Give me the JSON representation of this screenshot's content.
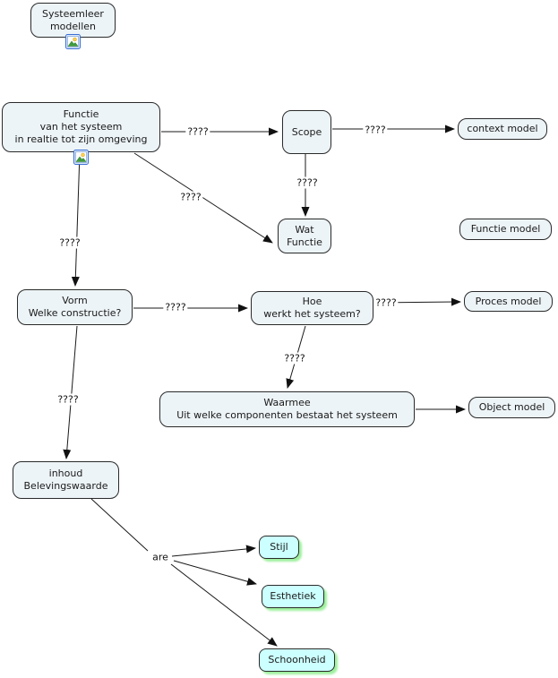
{
  "diagram": {
    "kind": "concept-map",
    "background_color": "#ffffff",
    "node_fill": "#edf4f7",
    "node_border": "#2a2a2a",
    "leaf_fill": "#ccffff",
    "leaf_shadow": "#9ef09e",
    "line_color": "#1a1a1a"
  },
  "nodes": {
    "systeemleer": {
      "label": "Systeemleer\nmodellen",
      "icon": "image-icon"
    },
    "functie": {
      "label": "Functie\nvan het systeem\nin realtie tot zijn omgeving",
      "icon": "image-icon"
    },
    "scope": {
      "label": "Scope"
    },
    "context_model": {
      "label": "context model"
    },
    "wat_functie": {
      "label": "Wat\nFunctie"
    },
    "functie_model": {
      "label": "Functie model"
    },
    "vorm": {
      "label": "Vorm\nWelke constructie?"
    },
    "hoe": {
      "label": "Hoe\nwerkt het systeem?"
    },
    "proces_model": {
      "label": "Proces model"
    },
    "waarmee": {
      "label": "Waarmee\nUit welke componenten bestaat het systeem"
    },
    "object_model": {
      "label": "Object model"
    },
    "inhoud": {
      "label": "inhoud\nBelevingswaarde"
    },
    "stijl": {
      "label": "Stijl"
    },
    "esthetiek": {
      "label": "Esthetiek"
    },
    "schoonheid": {
      "label": "Schoonheid"
    }
  },
  "links": {
    "functie_scope": {
      "label": "????"
    },
    "scope_context": {
      "label": "????"
    },
    "scope_wat": {
      "label": "????"
    },
    "functie_wat": {
      "label": "????"
    },
    "functie_vorm": {
      "label": "????"
    },
    "vorm_hoe": {
      "label": "????"
    },
    "hoe_proces": {
      "label": "????"
    },
    "hoe_waarmee": {
      "label": "????"
    },
    "vorm_inhoud": {
      "label": "????"
    },
    "inhoud_are": {
      "label": "are"
    }
  }
}
